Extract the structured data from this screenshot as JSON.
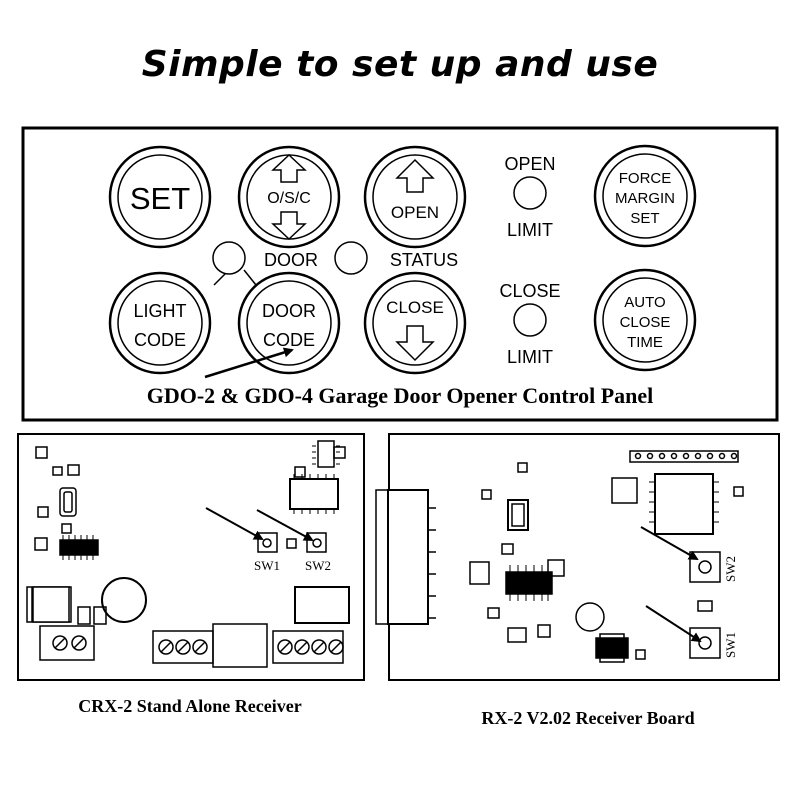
{
  "headline": "Simple to set up and use",
  "panel": {
    "caption": "GDO-2 & GDO-4 Garage Door Opener Control Panel",
    "buttons": {
      "set": "SET",
      "osc": "O/S/C",
      "open": "OPEN",
      "force": [
        "FORCE",
        "MARGIN",
        "SET"
      ],
      "light_code": [
        "LIGHT",
        "CODE"
      ],
      "door_code": [
        "DOOR",
        "CODE"
      ],
      "close": "CLOSE",
      "auto_close": [
        "AUTO",
        "CLOSE",
        "TIME"
      ]
    },
    "indicators": {
      "door": "DOOR",
      "status": "STATUS",
      "open_top": "OPEN",
      "open_bottom": "LIMIT",
      "close_top": "CLOSE",
      "close_bottom": "LIMIT"
    }
  },
  "boards": {
    "crx2": {
      "caption": "CRX-2 Stand Alone Receiver",
      "sw1": "SW1",
      "sw2": "SW2"
    },
    "rx2": {
      "caption": "RX-2 V2.02 Receiver Board",
      "sw1": "SW1",
      "sw2": "SW2"
    }
  }
}
